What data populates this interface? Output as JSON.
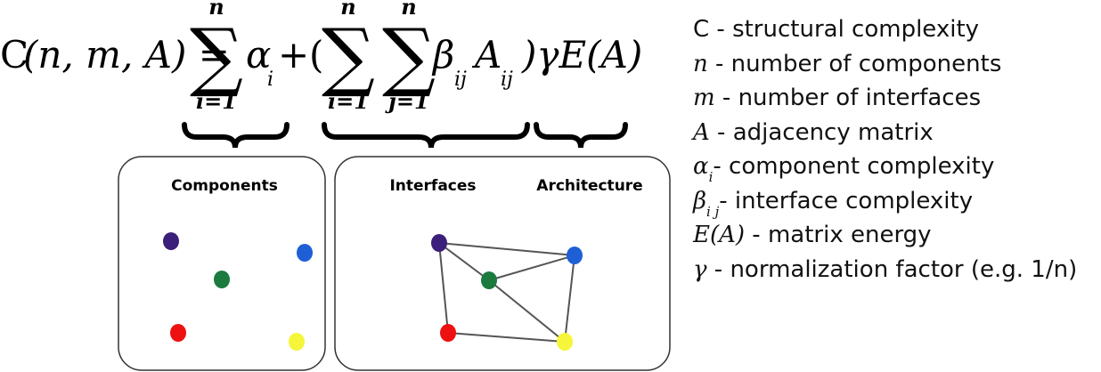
{
  "formula": {
    "lhs_fn": "C",
    "lhs_args": "(n, m, A) =",
    "sum_upper": "n",
    "sum_lower_i": "i=1",
    "sum_lower_j": "j=1",
    "alpha": "α",
    "alpha_sub": "i",
    "plus": "+",
    "open_paren": "(",
    "beta": "β",
    "beta_sub": "ij",
    "A_sym": "A",
    "A_sub": "ij",
    "tail": ")γE(A)"
  },
  "panels": {
    "components_title": "Components",
    "interfaces_title": "Interfaces",
    "architecture_title": "Architecture"
  },
  "node_colors": {
    "purple": "#3b1f7a",
    "green": "#1b7a3e",
    "blue": "#1f5fd6",
    "red": "#ee1111",
    "yellow": "#f5f53a"
  },
  "legend": [
    {
      "symbol": "C",
      "sub": "",
      "text": " - structural complexity",
      "italic": false
    },
    {
      "symbol": "n",
      "sub": "",
      "text": " - number of components",
      "italic": true
    },
    {
      "symbol": "m",
      "sub": "",
      "text": " - number of interfaces",
      "italic": true
    },
    {
      "symbol": "A",
      "sub": "",
      "text": " - adjacency matrix",
      "italic": true
    },
    {
      "symbol": "α",
      "sub": "i",
      "text": "- component complexity",
      "italic": true
    },
    {
      "symbol": "β",
      "sub": "i j",
      "text": "- interface complexity",
      "italic": true
    },
    {
      "symbol": "E(A)",
      "sub": "",
      "text": " - matrix energy",
      "italic": true
    },
    {
      "symbol": "γ",
      "sub": "",
      "text": " - normalization factor (e.g. 1/n)",
      "italic": true
    }
  ]
}
